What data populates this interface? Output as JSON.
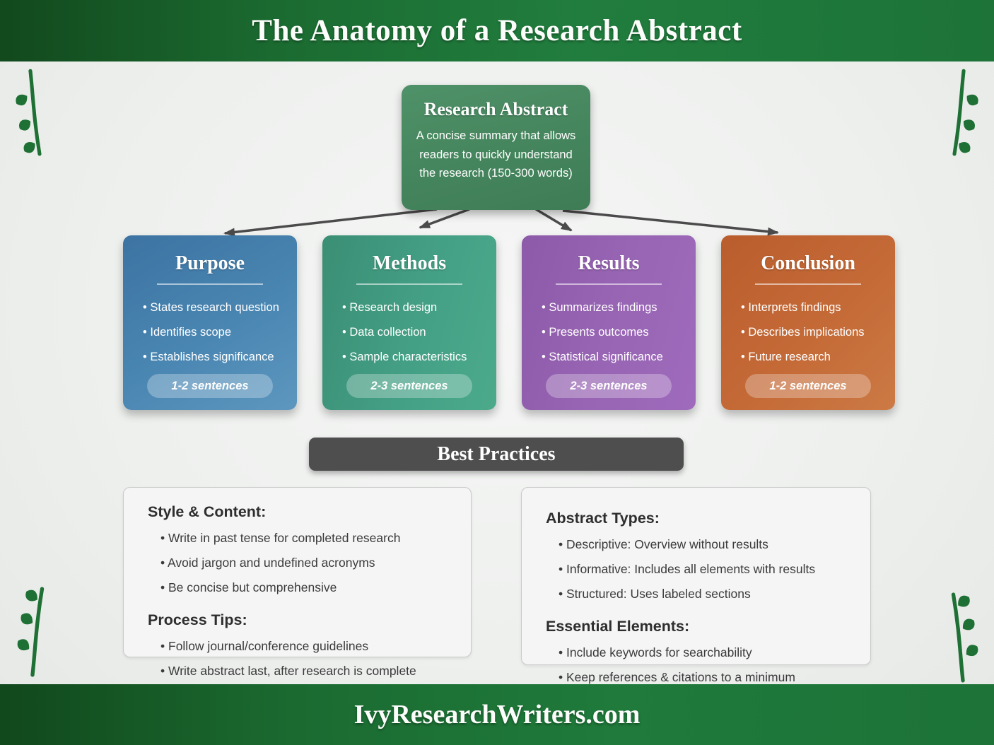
{
  "header": {
    "title": "The Anatomy of a Research Abstract"
  },
  "root": {
    "title": "Research Abstract",
    "description": "A concise summary that allows readers to quickly understand the research (150-300 words)"
  },
  "cards": [
    {
      "title": "Purpose",
      "bullets": [
        "States research question",
        "Identifies scope",
        "Establishes significance"
      ],
      "badge": "1-2 sentences",
      "color": "#4a86b2"
    },
    {
      "title": "Methods",
      "bullets": [
        "Research design",
        "Data collection",
        "Sample characteristics"
      ],
      "badge": "2-3 sentences",
      "color": "#44a085"
    },
    {
      "title": "Results",
      "bullets": [
        "Summarizes findings",
        "Presents outcomes",
        "Statistical significance"
      ],
      "badge": "2-3 sentences",
      "color": "#9765b3"
    },
    {
      "title": "Conclusion",
      "bullets": [
        "Interprets findings",
        "Describes implications",
        "Future research"
      ],
      "badge": "1-2 sentences",
      "color": "#c46a37"
    }
  ],
  "best_practices": {
    "title": "Best Practices"
  },
  "tips": [
    {
      "sections": [
        {
          "heading": "Style & Content:",
          "bullets": [
            "Write in past tense for completed research",
            "Avoid jargon and undefined acronyms",
            "Be concise but comprehensive"
          ]
        },
        {
          "heading": "Process Tips:",
          "bullets": [
            "Follow journal/conference guidelines",
            "Write abstract last, after research is complete"
          ]
        }
      ]
    },
    {
      "sections": [
        {
          "heading": "Abstract Types:",
          "bullets": [
            "Descriptive: Overview without results",
            "Informative: Includes all elements with results",
            "Structured: Uses labeled sections"
          ]
        },
        {
          "heading": "Essential Elements:",
          "bullets": [
            "Include keywords for searchability",
            "Keep references & citations to a minimum"
          ]
        }
      ]
    }
  ],
  "footer": {
    "site": "IvyResearchWriters.com"
  },
  "colors": {
    "banner_green_dark": "#12491d",
    "banner_green": "#217d3e",
    "root_green": "#45855d",
    "best_practices_gray": "#4e4e4e",
    "vine_green": "#1e7034",
    "arrow_gray": "#4b4b4b"
  }
}
